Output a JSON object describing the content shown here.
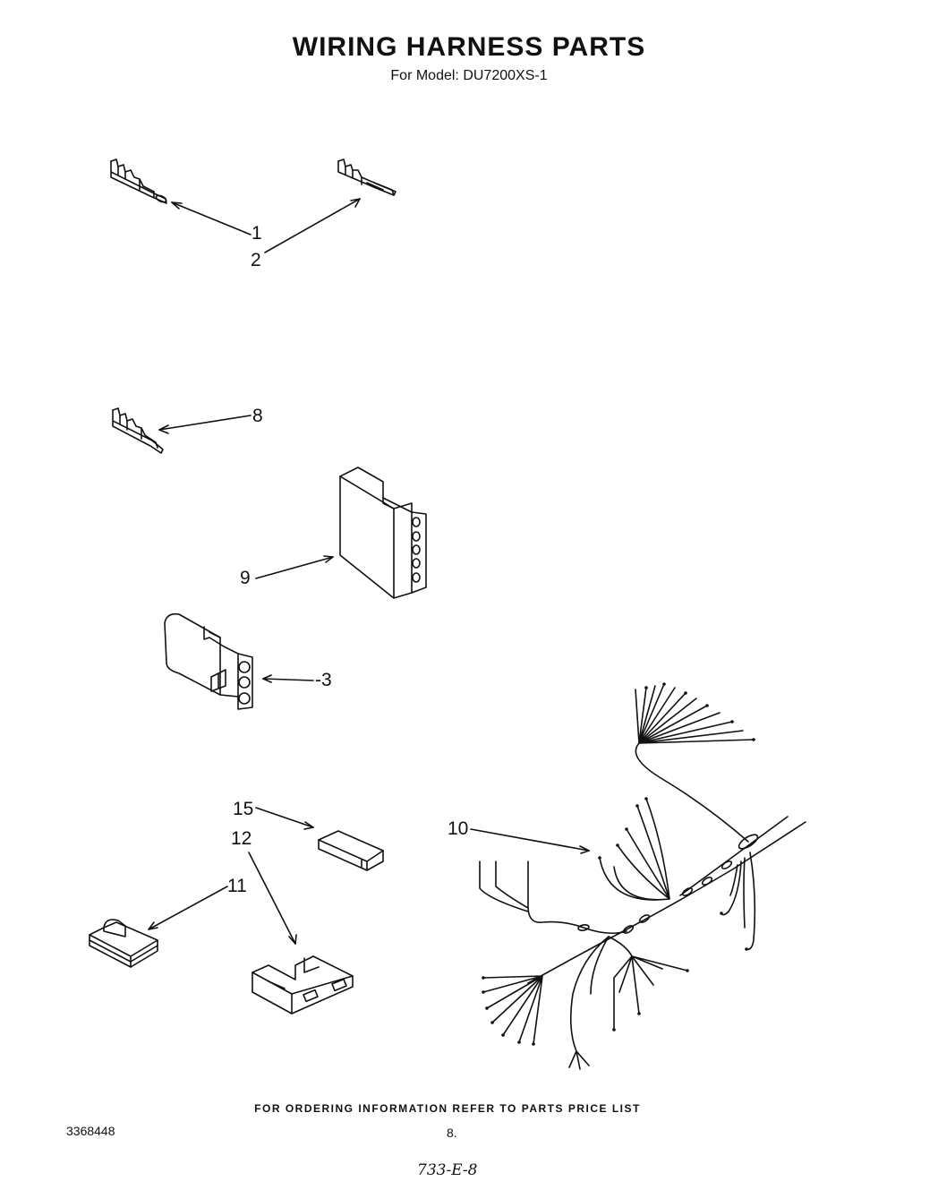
{
  "header": {
    "title": "WIRING HARNESS PARTS",
    "subtitle": "For Model: DU7200XS-1"
  },
  "callouts": {
    "c1": "1",
    "c2": "2",
    "c8": "8",
    "c9": "9",
    "c3": "-3",
    "c15": "15",
    "c12": "12",
    "c11": "11",
    "c10": "10"
  },
  "footer": {
    "ordering_note": "FOR ORDERING INFORMATION REFER TO PARTS PRICE LIST",
    "doc_number": "3368448",
    "page_number": "8.",
    "handwritten_note": "733-E-8"
  }
}
